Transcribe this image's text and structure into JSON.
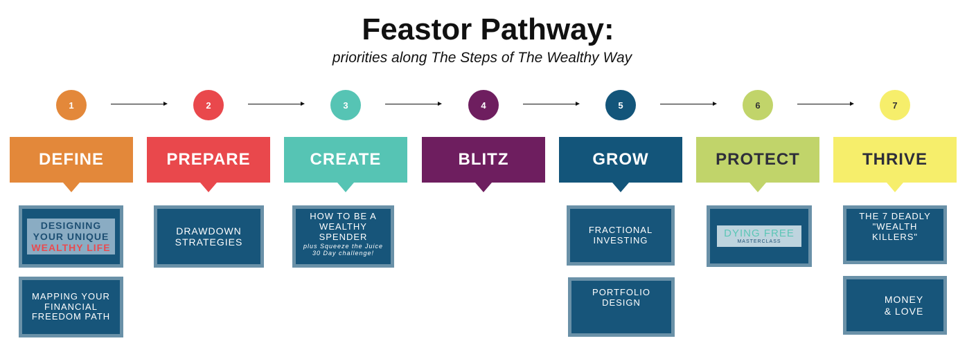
{
  "title": "Feastor Pathway:",
  "subtitle": "priorities along The Steps of The Wealthy Way",
  "steps": [
    {
      "num": "1",
      "label": "DEFINE",
      "color": "#E3883A",
      "text_color": "#ffffff"
    },
    {
      "num": "2",
      "label": "PREPARE",
      "color": "#E9484C",
      "text_color": "#ffffff"
    },
    {
      "num": "3",
      "label": "CREATE",
      "color": "#56C4B4",
      "text_color": "#ffffff"
    },
    {
      "num": "4",
      "label": "BLITZ",
      "color": "#6E1E5F",
      "text_color": "#ffffff"
    },
    {
      "num": "5",
      "label": "GROW",
      "color": "#13557A",
      "text_color": "#ffffff"
    },
    {
      "num": "6",
      "label": "PROTECT",
      "color": "#C1D46A",
      "text_color": "#2e2e3a"
    },
    {
      "num": "7",
      "label": "THRIVE",
      "color": "#F6EE6B",
      "text_color": "#2e2e3a"
    }
  ],
  "cards": {
    "define_1": {
      "line1": "DESIGNING",
      "line2": "YOUR UNIQUE",
      "line3": "WEALTHY LIFE"
    },
    "define_2": {
      "line1": "MAPPING YOUR",
      "line2": "FINANCIAL",
      "line3": "FREEDOM PATH"
    },
    "prepare_1": {
      "line1": "DRAWDOWN",
      "line2": "STRATEGIES"
    },
    "create_1": {
      "line1": "HOW TO BE A",
      "line2": "WEALTHY SPENDER",
      "line3": "plus Squeeze the Juice",
      "line4": "30 Day challenge!"
    },
    "grow_1": {
      "line1": "FRACTIONAL",
      "line2": "INVESTING"
    },
    "grow_2": {
      "line1": "PORTFOLIO DESIGN"
    },
    "protect_1": {
      "line1": "DYING FREE",
      "line2": "MASTERCLASS"
    },
    "thrive_1": {
      "line1": "THE 7 DEADLY",
      "line2": "\"WEALTH KILLERS\""
    },
    "thrive_2": {
      "line1": "MONEY",
      "line2": "& LOVE"
    }
  }
}
